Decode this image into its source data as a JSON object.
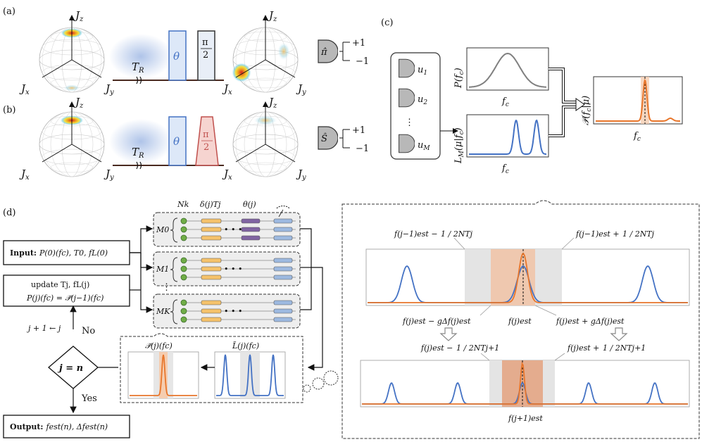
{
  "panels": {
    "a": "(a)",
    "b": "(b)",
    "c": "(c)",
    "d": "(d)"
  },
  "sphere_axes": {
    "z": "J",
    "z_sub": "z",
    "x": "J",
    "x_sub": "x",
    "y": "J",
    "y_sub": "y"
  },
  "pulse": {
    "tr": "T",
    "tr_sub": "R",
    "theta": "θ",
    "half_num": "π",
    "half_den": "2"
  },
  "measure": {
    "a_op": "π̂",
    "b_op": "Ŝ",
    "plus": "+1",
    "minus": "−1"
  },
  "panel_c": {
    "u1": "u",
    "u1_sub": "1",
    "u2": "u",
    "u2_sub": "2",
    "dots": "⋮",
    "uM": "u",
    "uM_sub": "M",
    "prior_label": "P(f",
    "prior_label_sub": "c",
    "prior_label_end": ")",
    "likelihood_label": "L",
    "likelihood_label_sub": "M",
    "likelihood_label_end": "(μ|f",
    "posterior_label": "𝒫(f",
    "fc": "f",
    "fc_sub": "c"
  },
  "panel_d": {
    "input_bold": "Input:",
    "input_rest": "P(0)(fc), T0, fL(0)",
    "update_line1": "update Tj, fL(j)",
    "update_line2": "P(j)(fc) = 𝒫̃(j−1)(fc)",
    "decision": "j = n",
    "no": "No",
    "yes": "Yes",
    "loop": "j + 1 ← j",
    "output_bold": "Output:",
    "output_rest": "fest(n), Δfest(n)",
    "nk": "Nk",
    "delta": "δ(j)Tj",
    "theta": "θ(j)",
    "m0": "M0",
    "m1": "M1",
    "mk": "MK",
    "dots_h": "• • •",
    "dots_v": "⋮",
    "post_title": "𝒫̃(j)(fc)",
    "like_title": "L̃(j)(fc)",
    "top_left_label_a": "f(j−1)est − ",
    "top_left_frac": "1 / 2NTj",
    "top_right_label_a": "f(j−1)est + ",
    "mid_left": "f(j)est − gΔf(j)est",
    "mid_center": "f(j)est",
    "mid_right": "f(j)est + gΔf(j)est",
    "low_left_a": "f(j)est − ",
    "low_frac": "1 / 2NTj+1",
    "low_right_a": "f(j)est + ",
    "bottom_center": "f(j+1)est"
  },
  "colors": {
    "blue": "#4472c4",
    "orange": "#e8762b",
    "red": "#c0504d",
    "gray": "#888888",
    "green": "#70ad47",
    "yellow": "#f5c26b",
    "purple": "#8064a2",
    "lightblue": "#9db9e0"
  }
}
